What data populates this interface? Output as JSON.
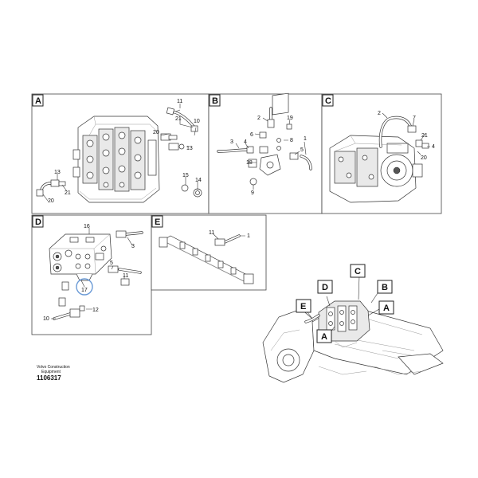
{
  "panels": {
    "A": {
      "label": "A",
      "callouts": [
        "11",
        "21",
        "10",
        "20",
        "13",
        "13",
        "21",
        "20",
        "15",
        "14"
      ]
    },
    "B": {
      "label": "B",
      "callouts": [
        "2",
        "19",
        "6",
        "8",
        "3",
        "4",
        "5",
        "18",
        "1",
        "9"
      ]
    },
    "C": {
      "label": "C",
      "callouts": [
        "2",
        "7",
        "21",
        "4",
        "20"
      ]
    },
    "D": {
      "label": "D",
      "callouts": [
        "16",
        "3",
        "5",
        "11",
        "17",
        "10",
        "12"
      ]
    },
    "E": {
      "label": "E",
      "callouts": [
        "11",
        "1"
      ]
    }
  },
  "overview_tags": [
    "C",
    "D",
    "B",
    "E",
    "A",
    "A"
  ],
  "footer": {
    "company_line1": "Volvo Construction",
    "company_line2": "Equipment",
    "drawing_number": "1106317"
  }
}
